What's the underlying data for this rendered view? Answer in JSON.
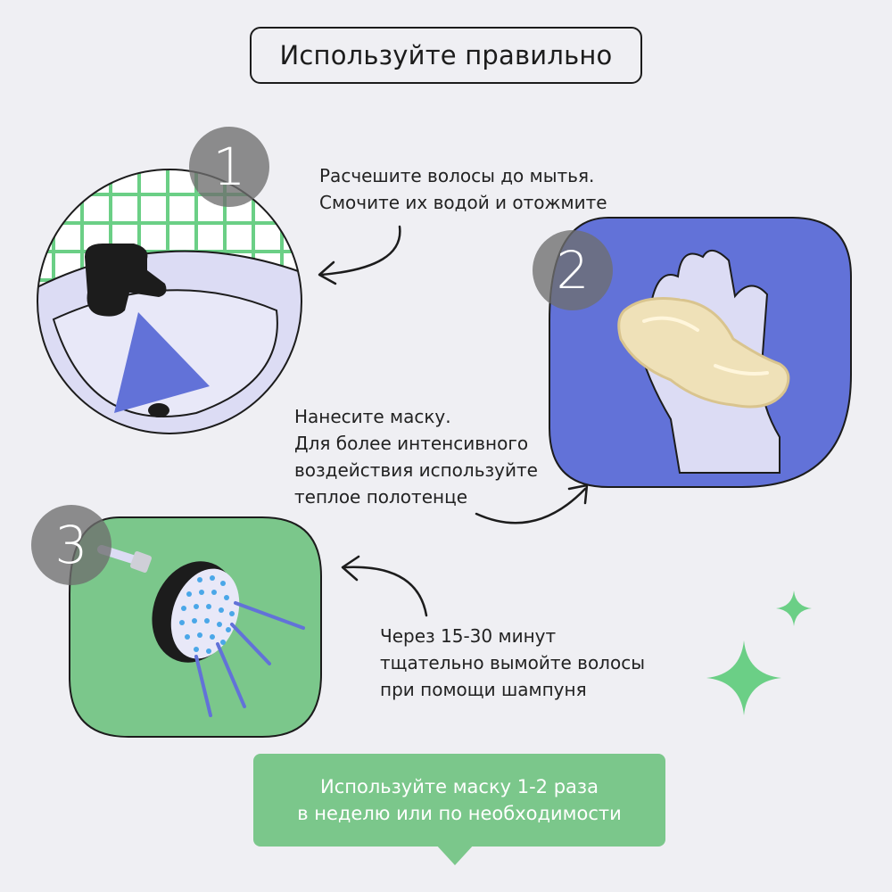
{
  "title": "Используйте правильно",
  "steps": [
    {
      "number": "1",
      "text_line1": "Расчешите волосы до мытья.",
      "text_line2": "Смочите их водой и отожмите"
    },
    {
      "number": "2",
      "text_line1": "Нанесите маску.",
      "text_line2": "Для более интенсивного",
      "text_line3": "воздействия используйте",
      "text_line4": "теплое полотенце"
    },
    {
      "number": "3",
      "text_line1": "Через 15-30 минут",
      "text_line2": "тщательно вымойте волосы",
      "text_line3": "при помощи шампуня"
    }
  ],
  "note": {
    "line1": "Используйте маску 1-2 раза",
    "line2": "в неделю или по необходимости"
  },
  "colors": {
    "background": "#efeff3",
    "green": "#7bc78b",
    "blue": "#6272d8",
    "sink": "#dcdcf4",
    "dark": "#1c1c1c"
  },
  "icons": [
    "sink-faucet-illustration",
    "hands-with-mask-illustration",
    "shower-head-illustration",
    "sparkle-icon"
  ]
}
